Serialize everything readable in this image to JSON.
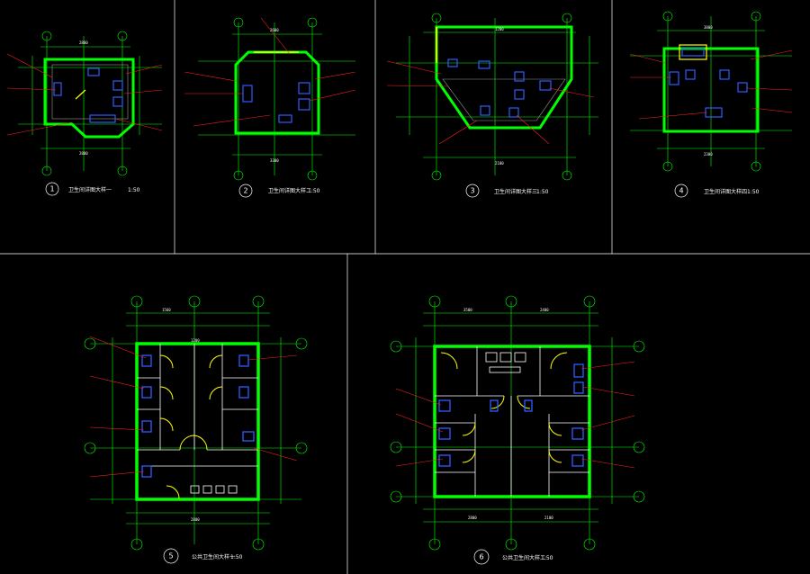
{
  "panels": [
    {
      "number": "1",
      "caption": "卫生间详图大样一",
      "scale": "1:50"
    },
    {
      "number": "2",
      "caption": "卫生间详图大样二",
      "scale": "1:50"
    },
    {
      "number": "3",
      "caption": "卫生间详图大样三",
      "scale": "1:50"
    },
    {
      "number": "4",
      "caption": "卫生间详图大样四",
      "scale": "1:50"
    },
    {
      "number": "5",
      "caption": "公共卫生间大样一",
      "scale": "1:50"
    },
    {
      "number": "6",
      "caption": "公共卫生间大样二",
      "scale": "1:50"
    }
  ],
  "dimensions": {
    "p1_top": "2800",
    "p1_bot": "2800",
    "p2_top": "2600",
    "p2_bot": "3300",
    "p3_top": "1200",
    "p3_bot": "2100",
    "p4_top": "3800",
    "p4_bot": "2300",
    "p5_top": "1560",
    "p5_mid": "1200",
    "p5_bot": "2800",
    "p6_top": "3500",
    "p6_top2": "2400",
    "p6_bot": "2800",
    "p6_bot2": "2100"
  },
  "colors": {
    "wall": "#00ff00",
    "dim": "#00ff00",
    "leader": "#ff2020",
    "fixture": "#2f5bff",
    "door": "#ffff00",
    "text": "#ffffff",
    "pink": "#ff44ff",
    "frame": "#ffffff",
    "grey": "#9a9a9a"
  }
}
